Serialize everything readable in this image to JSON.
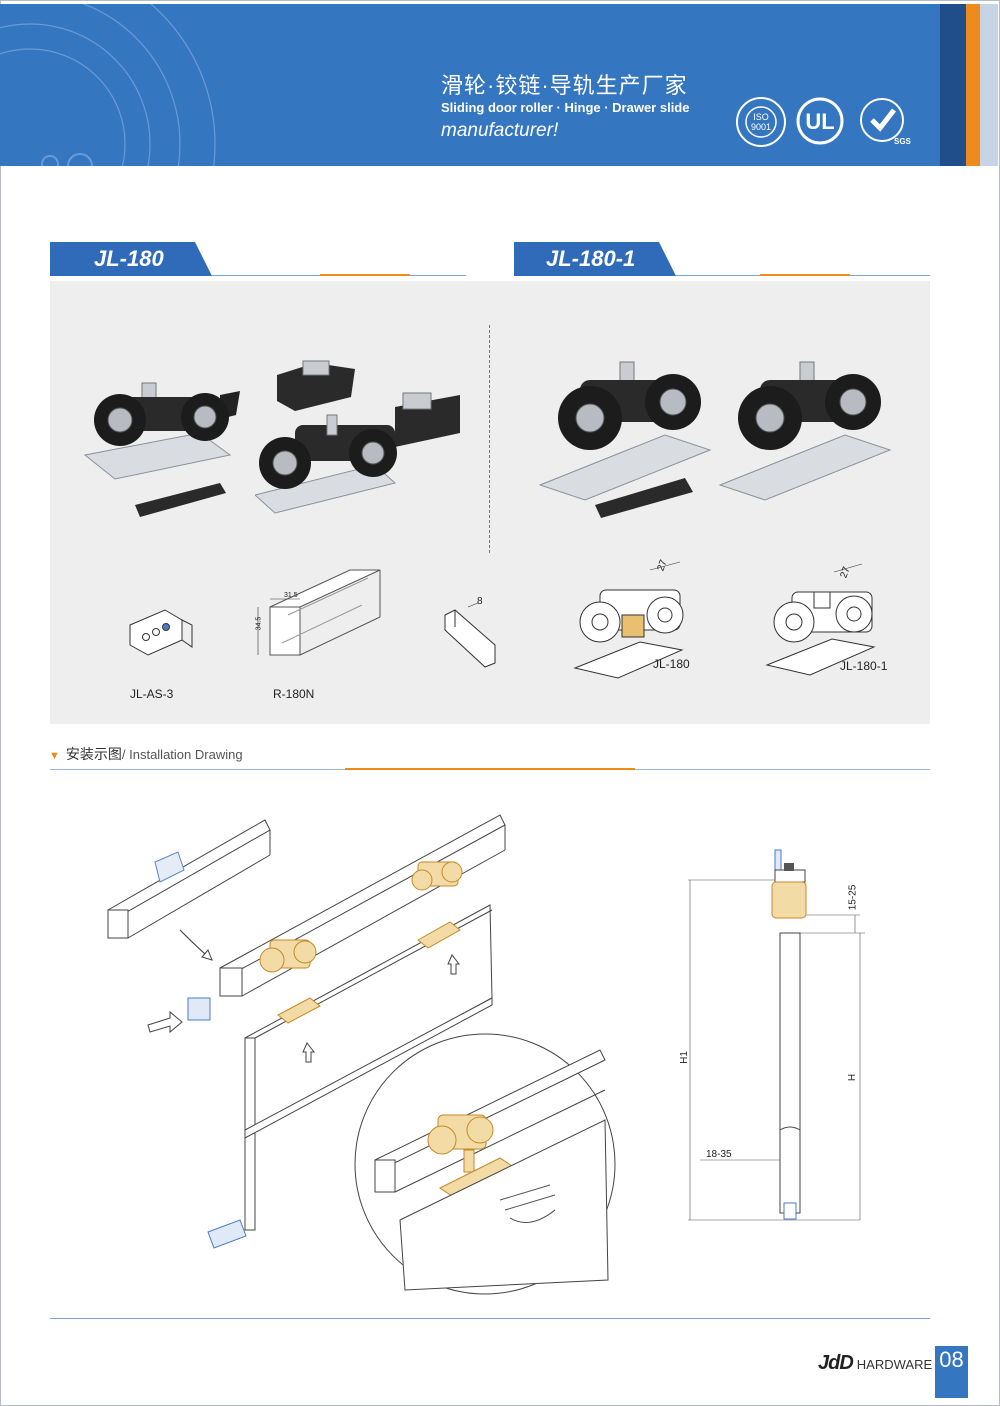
{
  "header": {
    "title_cn": "滑轮·铰链·导轨生产厂家",
    "subtitle_en_line1": "Sliding door roller  · Hinge  · Drawer slide",
    "subtitle_en_line2": "manufacturer!",
    "certs": [
      "ISO 9001",
      "UL",
      "SGS"
    ]
  },
  "products": {
    "left_model": "JL-180",
    "right_model": "JL-180-1",
    "parts": [
      {
        "label": "JL-AS-3"
      },
      {
        "label": "R-180N"
      }
    ],
    "drawing_labels": [
      "JL-180",
      "JL-180-1"
    ],
    "dims": {
      "bracket_w": "8",
      "roller_w": "27",
      "rail_h": "34.5",
      "rail_w": "31.5"
    }
  },
  "installation": {
    "title_cn": "安装示图",
    "title_en": "/ Installation Drawing",
    "dimensions": {
      "gap": "15-25",
      "h1": "H1",
      "h": "H",
      "range": "18-35"
    }
  },
  "footer": {
    "brand_logo": "JdD",
    "brand_text": "HARDWARE",
    "page_number": "08"
  },
  "colors": {
    "brand_blue": "#3576c1",
    "accent_orange": "#ef8a1c",
    "navy": "#204e8a"
  }
}
